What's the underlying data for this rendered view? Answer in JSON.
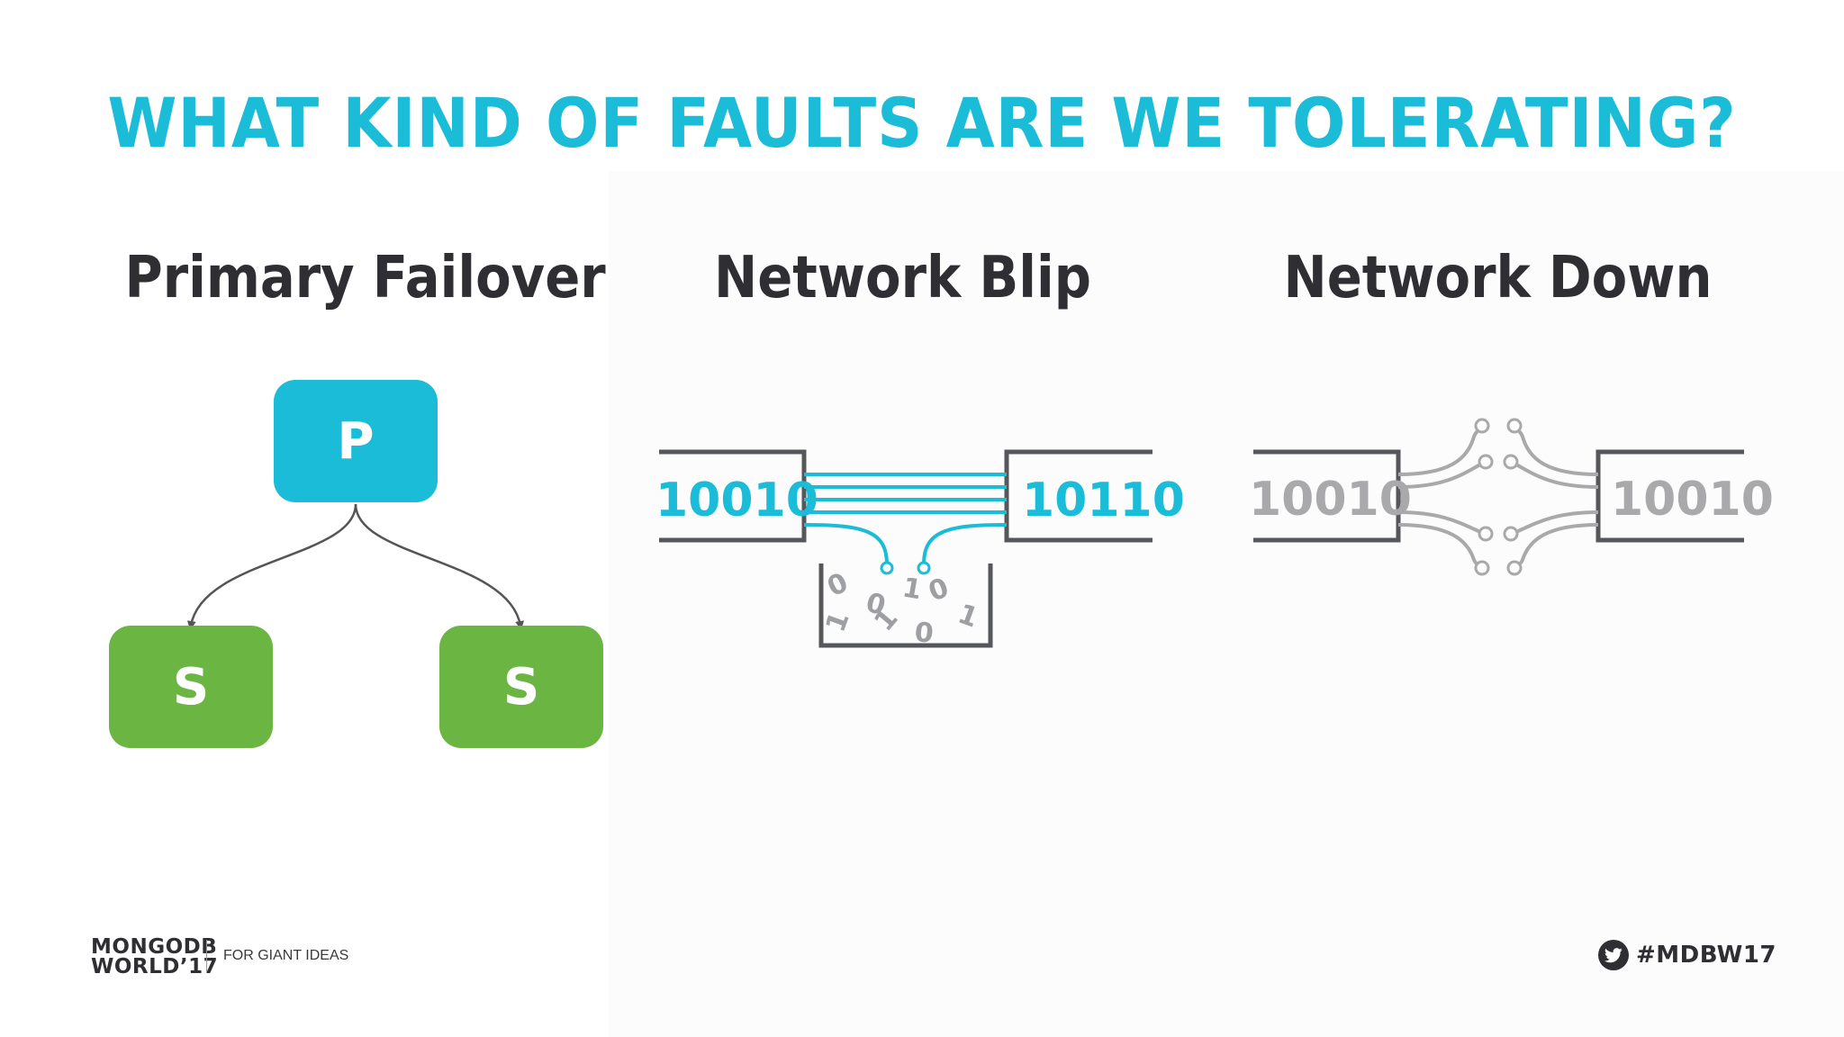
{
  "slide": {
    "title": "WHAT KIND OF FAULTS ARE WE TOLERATING?"
  },
  "columns": [
    {
      "heading": "Primary Failover",
      "nodes": {
        "primary": "P",
        "secondary_left": "S",
        "secondary_right": "S"
      }
    },
    {
      "heading": "Network Blip",
      "left_packet": "10010",
      "right_packet": "10110",
      "dropped_bits": [
        "0",
        "0",
        "1",
        "0",
        "1",
        "1",
        "1",
        "0"
      ]
    },
    {
      "heading": "Network Down",
      "left_packet": "10010",
      "right_packet": "10010"
    }
  ],
  "footer": {
    "brand_line1": "MONGODB",
    "brand_line2": "WORLD’17",
    "tagline": "FOR GIANT IDEAS",
    "hashtag": "#MDBW17"
  },
  "colors": {
    "accent": "#1bbcd7",
    "primary_node": "#1bbcd7",
    "secondary_node": "#6bb543",
    "text_dark": "#2f2f33",
    "inactive_gray": "#a9a9ab"
  },
  "icons": {
    "footer_social": "twitter-bird-icon"
  }
}
